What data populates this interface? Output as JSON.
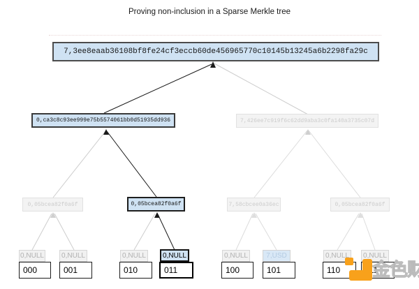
{
  "title": "Proving non-inclusion in a Sparse Merkle tree",
  "colors": {
    "highlight_fill": "#cfe2f3",
    "faded_fill": "#f3f3f3",
    "proof_path_line": "#1a1a1a",
    "faded_line": "#d4d4d4",
    "watermark_orange": "#F8A11B"
  },
  "tree": {
    "root": {
      "hash": "7,3ee8eaab36108bf8fe24cf3eccb60de456965770c10145b13245a6b2298fa29c",
      "state": "highlighted"
    },
    "level2": [
      {
        "hash": "0,ca3c8c93ee999e75b5574061bb0d51935dd936",
        "state": "highlighted"
      },
      {
        "hash": "7,426ee7c919f6c62dd9aba3c0fa140a3735c07d",
        "state": "faded"
      }
    ],
    "level3": [
      {
        "hash": "0,05bcea82f0a6f",
        "state": "faded"
      },
      {
        "hash": "0,05bcea82f0a6f",
        "state": "highlighted"
      },
      {
        "hash": "7,58cbcee0a36ec",
        "state": "faded"
      },
      {
        "hash": "0,05bcea82f0a6f",
        "state": "faded"
      }
    ],
    "leaves": [
      {
        "value": "0,NULL",
        "index": "000",
        "state": "faded"
      },
      {
        "value": "0,NULL",
        "index": "001",
        "state": "faded"
      },
      {
        "value": "0,NULL",
        "index": "010",
        "state": "faded"
      },
      {
        "value": "0,NULL",
        "index": "011",
        "state": "highlighted"
      },
      {
        "value": "0,NULL",
        "index": "100",
        "state": "faded"
      },
      {
        "value": "7,USD",
        "index": "101",
        "state": "value-faded-blue"
      },
      {
        "value": "0,NULL",
        "index": "110",
        "state": "faded"
      },
      {
        "value": "0,NULL",
        "index": "111",
        "state": "faded"
      }
    ]
  },
  "watermark": {
    "text": "金色财经"
  }
}
